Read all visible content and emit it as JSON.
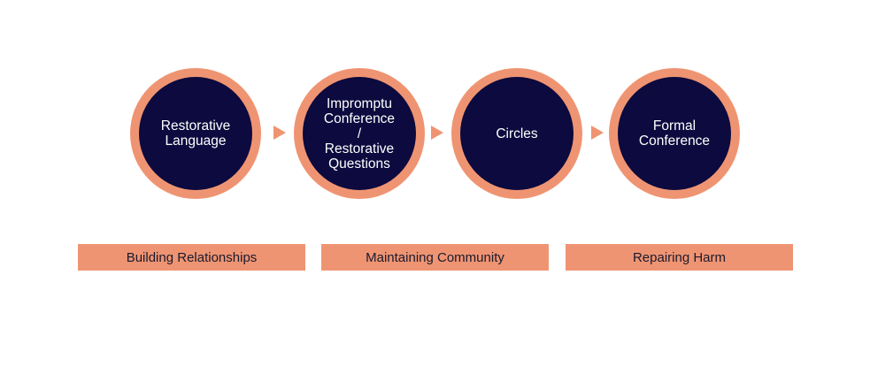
{
  "colors": {
    "ring": "#ef9472",
    "fill": "#0c0a3e",
    "band": "#ef9472",
    "circle_text": "#ffffff",
    "band_text": "#1a1a2e"
  },
  "steps": [
    {
      "label": "Restorative\nLanguage"
    },
    {
      "label": "Impromptu\nConference\n/\nRestorative\nQuestions"
    },
    {
      "label": "Circles"
    },
    {
      "label": "Formal\nConference"
    }
  ],
  "bands": [
    {
      "label": "Building Relationships"
    },
    {
      "label": "Maintaining Community"
    },
    {
      "label": "Repairing Harm"
    }
  ]
}
